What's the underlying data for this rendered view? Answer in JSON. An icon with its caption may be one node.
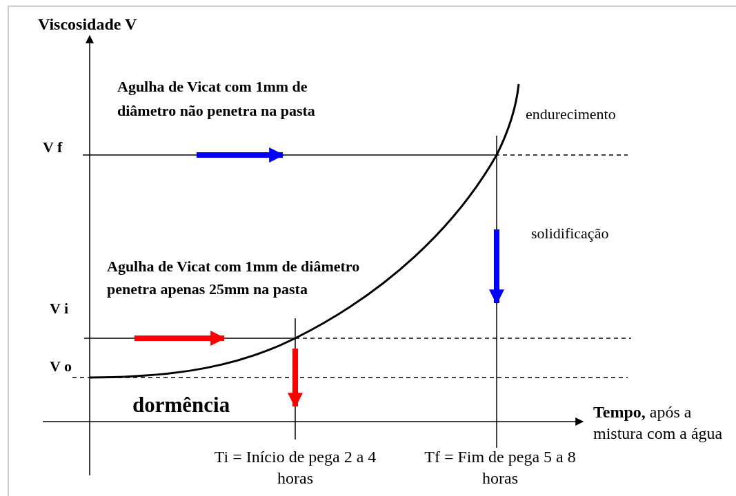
{
  "diagram": {
    "labels": [
      "Viscosidade V",
      "Agulha de Vicat com 1mm de diâmetro não penetra na pasta",
      "endurecimento",
      "V f",
      "solidificação",
      "Agulha de Vicat com 1mm de diâmetro penetra apenas 25mm na pasta",
      "V i",
      "V o",
      "dormência",
      "**Tempo,** após a mistura com a água",
      "Ti = Início de pega 2 a 4 horas",
      "Tf = Fim de pega 5 a 8 horas"
    ]
  }
}
